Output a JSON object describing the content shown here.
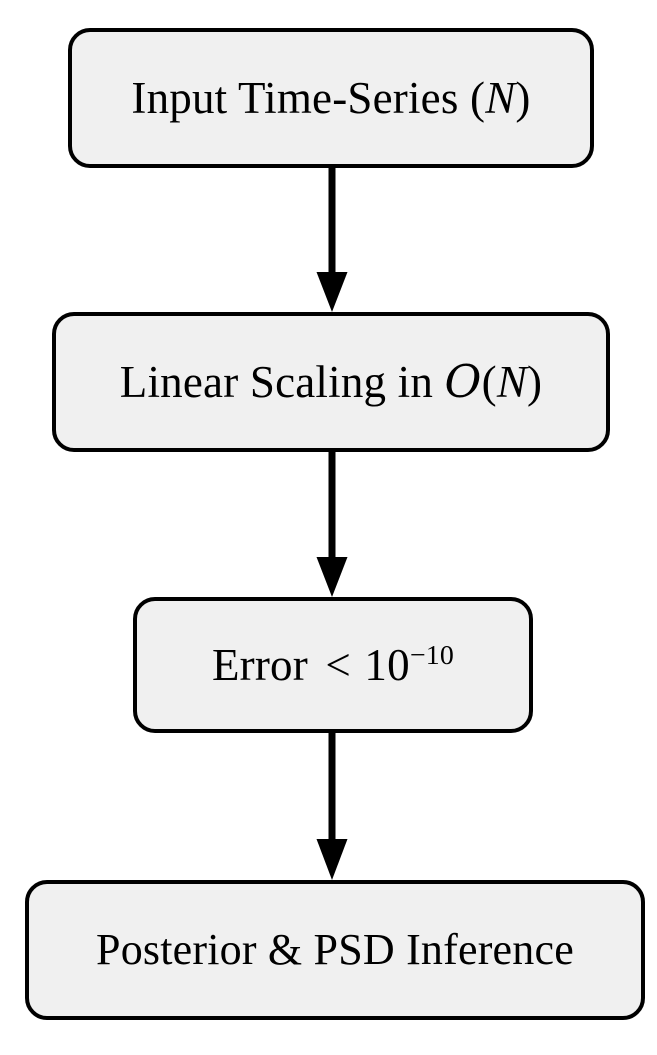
{
  "diagram": {
    "type": "flowchart",
    "orientation": "vertical",
    "background_color": "#ffffff",
    "node_fill_color": "#f0f0f0",
    "node_border_color": "#000000",
    "arrow_color": "#000000",
    "nodes": [
      {
        "id": "input",
        "label": "Input Time-Series (N)",
        "text_plain": "Input Time-Series (N)",
        "text_parts": {
          "lead": "Input Time-Series (",
          "var": "N",
          "tail": ")"
        }
      },
      {
        "id": "scaling",
        "label": "Linear Scaling in O(N)",
        "text_plain": "Linear Scaling in 𝒪(N)",
        "text_parts": {
          "lead": "Linear Scaling in ",
          "cal": "O",
          "open": "(",
          "var": "N",
          "tail": ")"
        }
      },
      {
        "id": "error",
        "label": "Error < 10^-10",
        "text_plain": "Error < 10⁻¹⁰",
        "text_parts": {
          "lead": "Error",
          "rel": "<",
          "base": "10",
          "exponent": "−10"
        }
      },
      {
        "id": "posterior",
        "label": "Posterior & PSD Inference",
        "text_plain": "Posterior & PSD Inference",
        "text_parts": {
          "lead": "Posterior & PSD Inference"
        }
      }
    ],
    "edges": [
      {
        "id": "edge-1",
        "from": "input",
        "to": "scaling",
        "style": "solid-arrow-down"
      },
      {
        "id": "edge-2",
        "from": "scaling",
        "to": "error",
        "style": "solid-arrow-down"
      },
      {
        "id": "edge-3",
        "from": "error",
        "to": "posterior",
        "style": "solid-arrow-down"
      }
    ]
  }
}
